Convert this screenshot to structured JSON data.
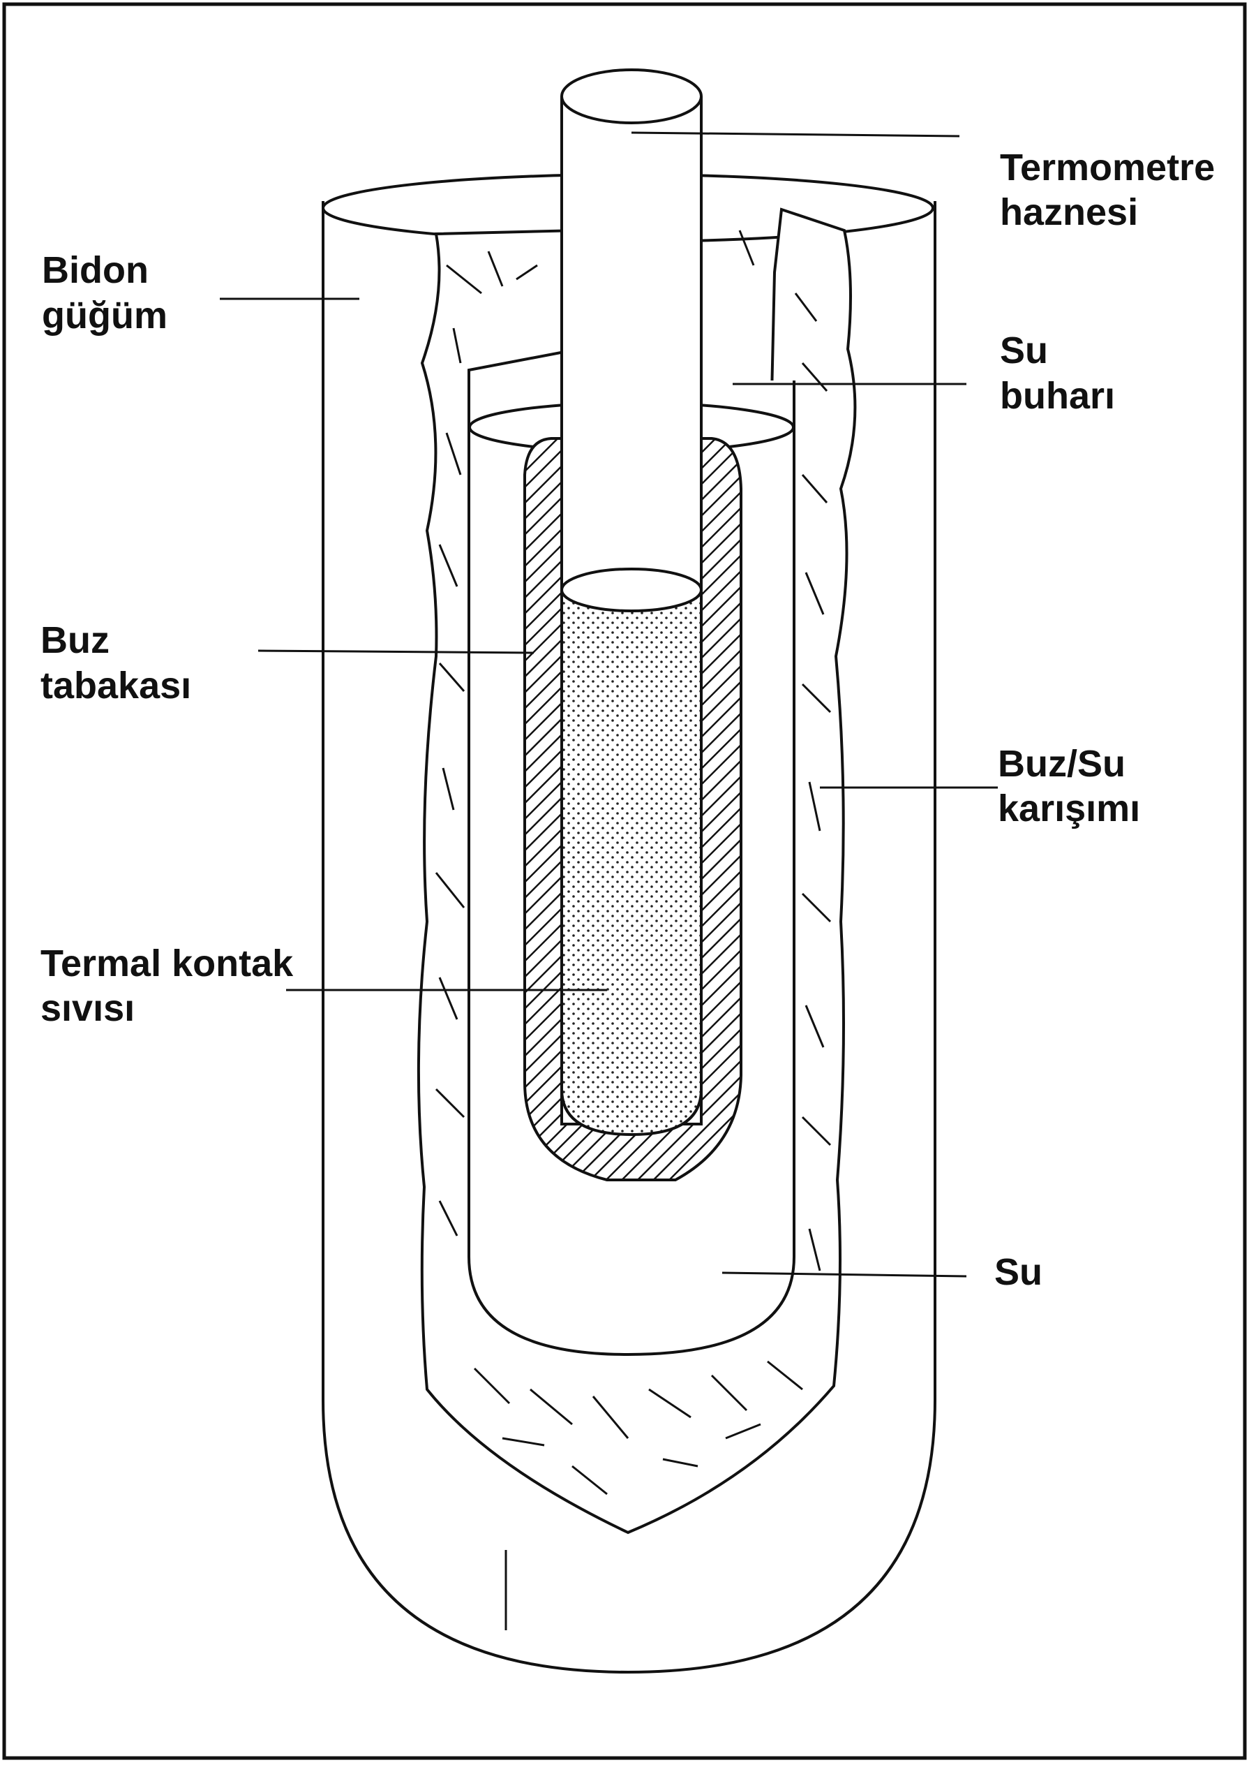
{
  "labels": {
    "bidon_line1": "Bidon",
    "bidon_line2": "güğüm",
    "termometre_line1": "Termometre",
    "termometre_line2": "haznesi",
    "su_buhari_line1": "Su",
    "su_buhari_line2": "buharı",
    "buz_line1": "Buz",
    "buz_line2": "tabakası",
    "buzsu_line1": "Buz/Su",
    "buzsu_line2": "karışımı",
    "termal_line1": "Termal kontak",
    "termal_line2": "sıvısı",
    "su": "Su"
  },
  "colors": {
    "stroke": "#1a1a1a",
    "background": "#ffffff"
  }
}
